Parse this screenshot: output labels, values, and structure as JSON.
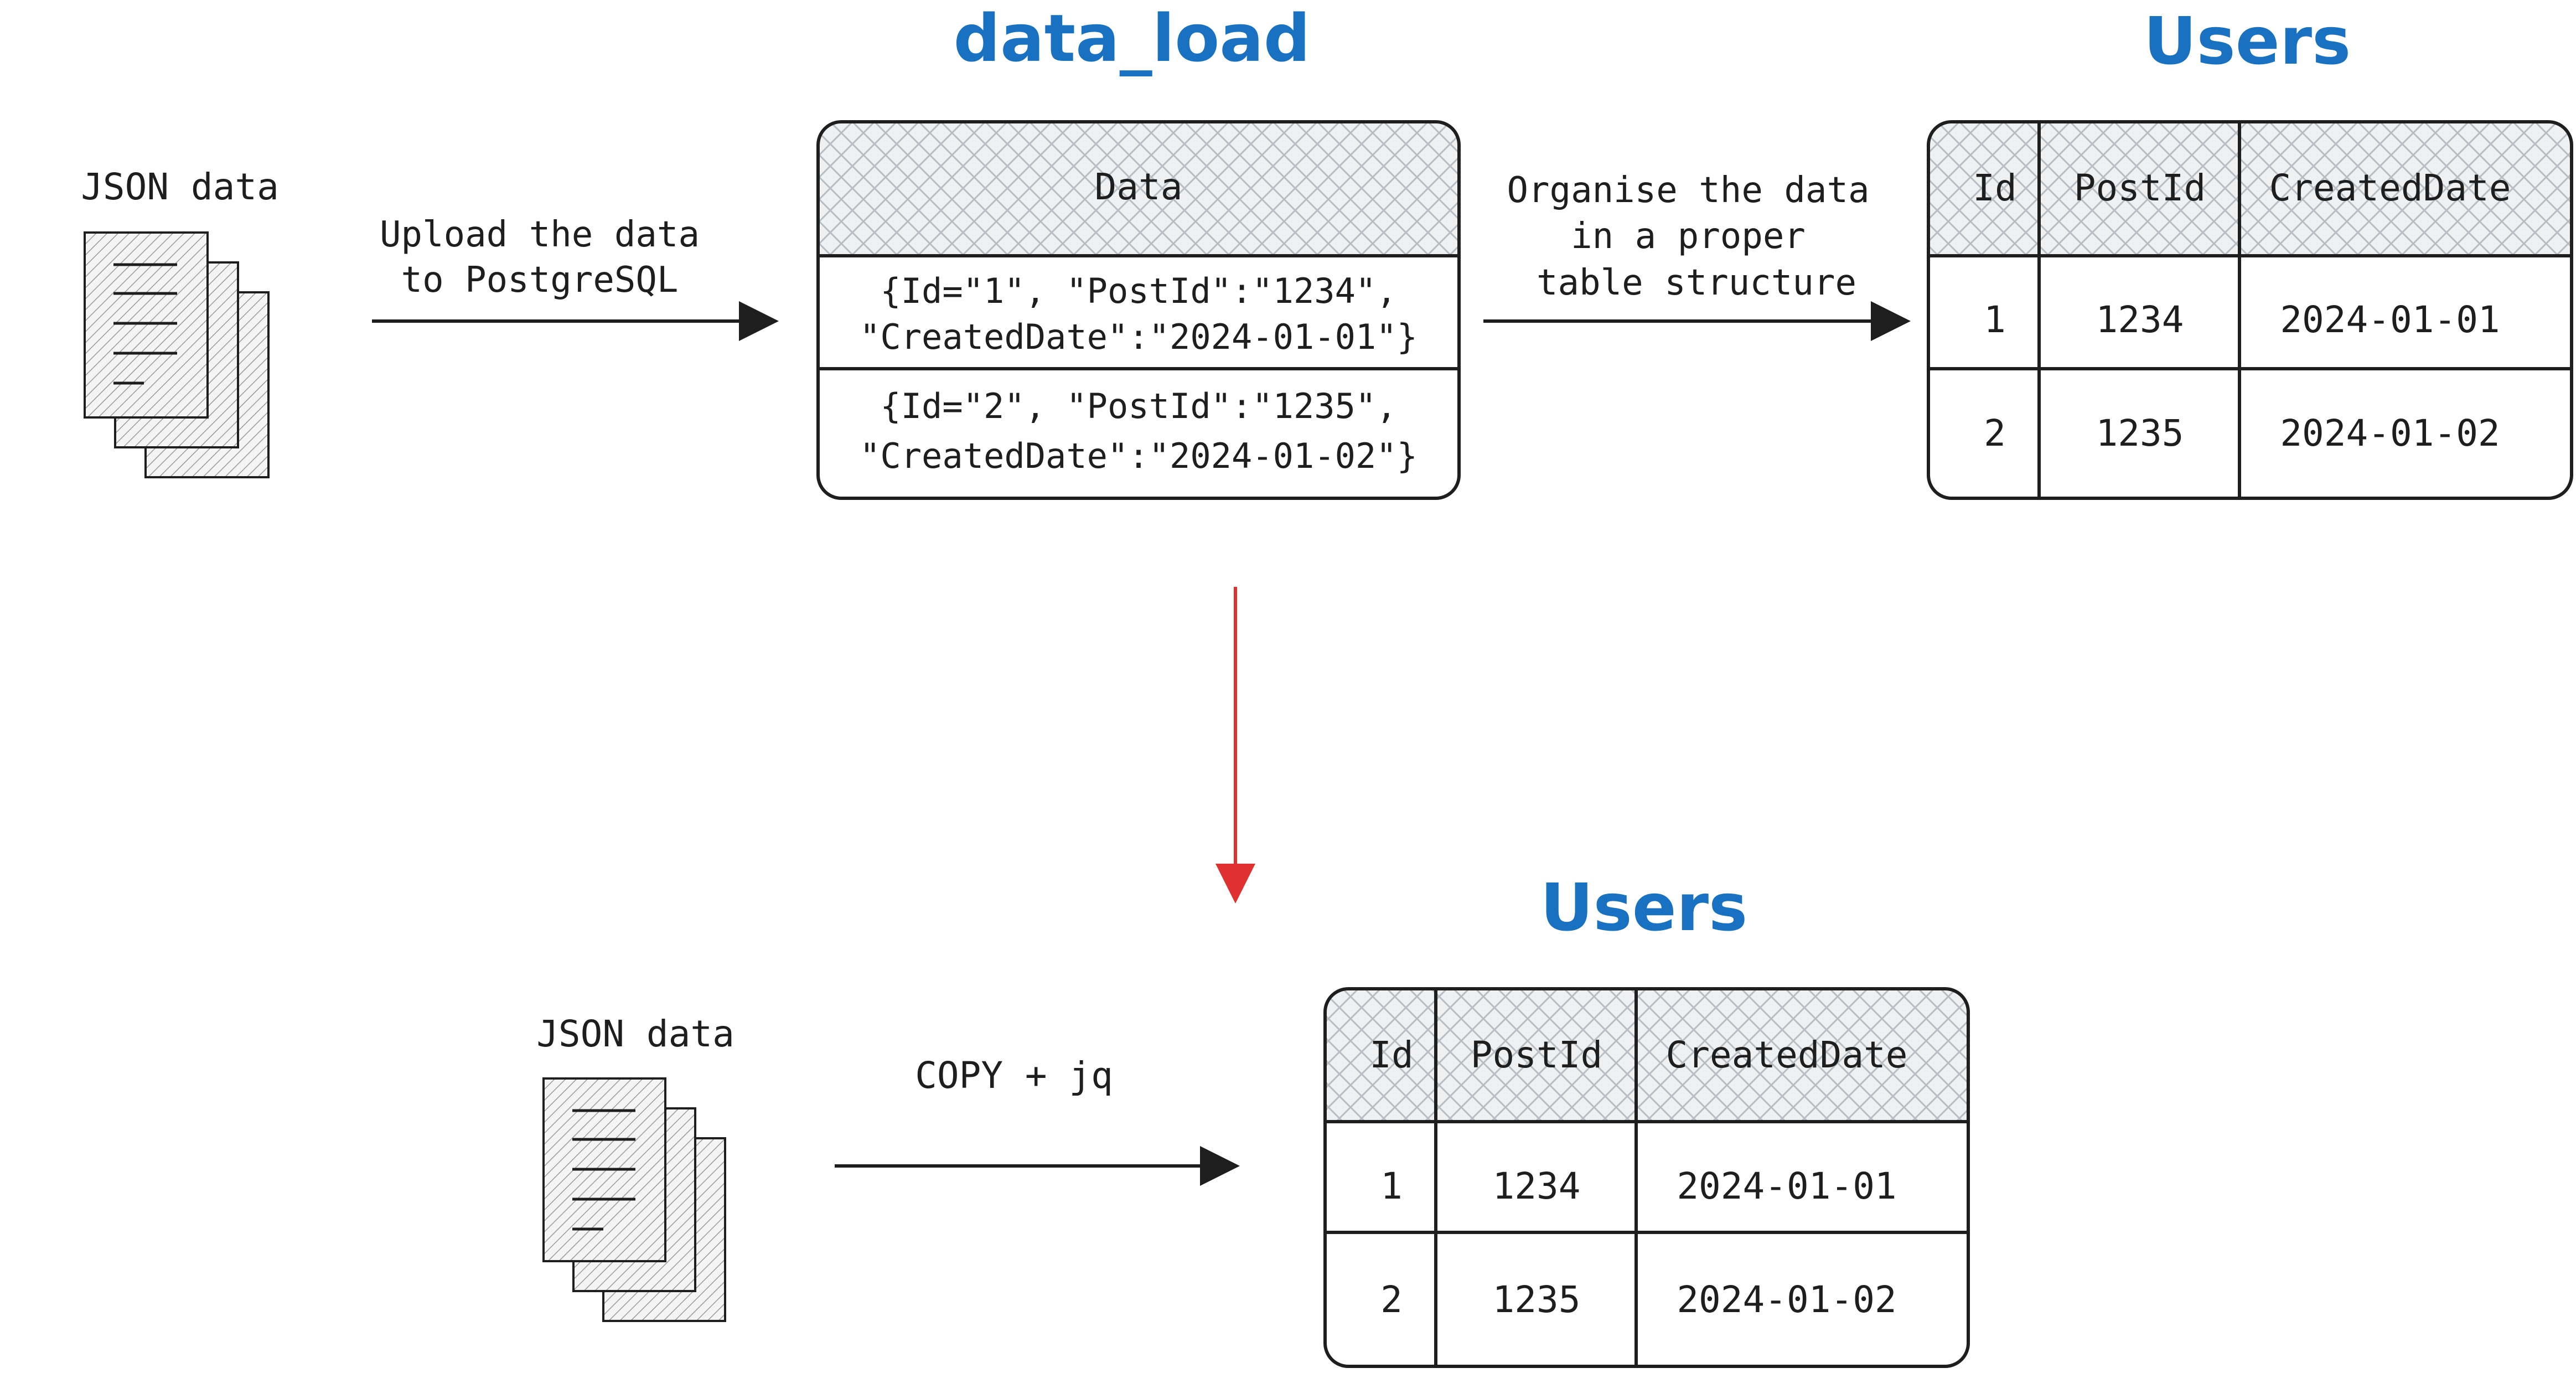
{
  "colors": {
    "ink": "#1e1e1e",
    "title": "#1971c2",
    "arrow_down": "#e03131",
    "header_fill": "#e9ecef",
    "file_fill": "#d0d0d0"
  },
  "top": {
    "json_label": "JSON data",
    "upload_label_line1": "Upload the data",
    "upload_label_line2": "to PostgreSQL",
    "data_load_title": "data_load",
    "data_header": "Data",
    "rows": [
      {
        "line1": "{Id=\"1\", \"PostId\":\"1234\",",
        "line2": "\"CreatedDate\":\"2024-01-01\"}"
      },
      {
        "line1": "{Id=\"2\", \"PostId\":\"1235\",",
        "line2": "\"CreatedDate\":\"2024-01-02\"}"
      }
    ],
    "organise_line1": "Organise the data",
    "organise_line2": "in a proper",
    "organise_line3": "table structure",
    "users_title": "Users",
    "table": {
      "headers": [
        "Id",
        "PostId",
        "CreatedDate"
      ],
      "rows": [
        [
          "1",
          "1234",
          "2024-01-01"
        ],
        [
          "2",
          "1235",
          "2024-01-02"
        ]
      ]
    }
  },
  "bottom": {
    "json_label": "JSON data",
    "copy_label": "COPY + jq",
    "users_title": "Users",
    "table": {
      "headers": [
        "Id",
        "PostId",
        "CreatedDate"
      ],
      "rows": [
        [
          "1",
          "1234",
          "2024-01-01"
        ],
        [
          "2",
          "1235",
          "2024-01-02"
        ]
      ]
    }
  }
}
